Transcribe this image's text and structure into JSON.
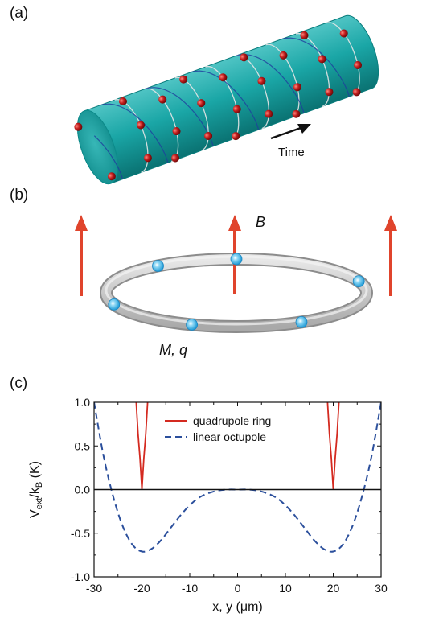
{
  "panels": {
    "a": {
      "label": "(a)",
      "time_label": "Time",
      "colors": {
        "cylinder": "#1aa6a6",
        "cylinder_dark": "#0a7d7d",
        "ion": "#b3171b",
        "ring_line": "#e6e6e6",
        "helix": "#1f3f9e"
      }
    },
    "b": {
      "label": "(b)",
      "field_label": "B",
      "particle_label": "M, q",
      "colors": {
        "arrow": "#e0442c",
        "ring": "#c9c9c9",
        "ion": "#3fb4e8"
      }
    },
    "c": {
      "label": "(c)"
    }
  },
  "chart_data": {
    "type": "line",
    "xlabel": "x, y (μm)",
    "ylabel_main": "V",
    "ylabel_sub1": "ext",
    "ylabel_mid": "/k",
    "ylabel_sub2": "B",
    "ylabel_unit": " (K)",
    "xlim": [
      -30,
      30
    ],
    "ylim": [
      -1.0,
      1.0
    ],
    "x_ticks": [
      -30,
      -20,
      -10,
      0,
      10,
      20,
      30
    ],
    "x_tick_labels": [
      "-30",
      "-20",
      "-10",
      "0",
      "10",
      "20",
      "30"
    ],
    "y_ticks": [
      -1.0,
      -0.5,
      0.0,
      0.5,
      1.0
    ],
    "y_tick_labels": [
      "-1.0",
      "-0.5",
      "0.0",
      "0.5",
      "1.0"
    ],
    "series": [
      {
        "name": "quadrupole ring",
        "color": "#d42a20",
        "style": "solid",
        "x": [
          -21.2,
          -20.8,
          -20.4,
          -20.0,
          -19.6,
          -19.2,
          -18.8,
          18.8,
          19.2,
          19.6,
          20.0,
          20.4,
          20.8,
          21.2
        ],
        "y": [
          1.0,
          0.64,
          0.36,
          0.0,
          0.36,
          0.64,
          1.0,
          1.0,
          0.64,
          0.36,
          0.0,
          0.36,
          0.64,
          1.0
        ]
      },
      {
        "name": "linear octupole",
        "color": "#2b4f9c",
        "style": "dashed",
        "x": [
          -30,
          -28,
          -26,
          -24,
          -22,
          -20,
          -18,
          -16,
          -14,
          -12,
          -10,
          -8,
          -6,
          -4,
          -2,
          0,
          2,
          4,
          6,
          8,
          10,
          12,
          14,
          16,
          18,
          20,
          22,
          24,
          26,
          28,
          30
        ],
        "y": [
          1.0,
          0.38,
          -0.08,
          -0.42,
          -0.63,
          -0.71,
          -0.68,
          -0.58,
          -0.44,
          -0.3,
          -0.18,
          -0.09,
          -0.04,
          -0.01,
          0.0,
          0.0,
          0.0,
          -0.01,
          -0.04,
          -0.09,
          -0.18,
          -0.3,
          -0.44,
          -0.58,
          -0.68,
          -0.71,
          -0.63,
          -0.42,
          -0.08,
          0.38,
          1.0
        ]
      }
    ],
    "legend_position": "top-center",
    "grid": false
  }
}
